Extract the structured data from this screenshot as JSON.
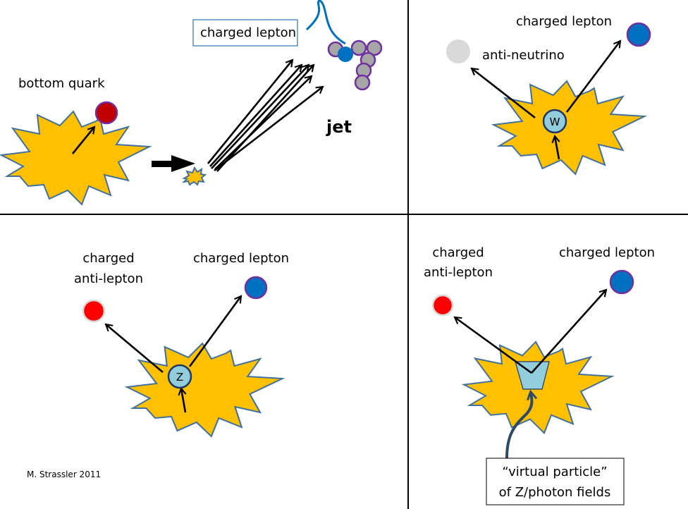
{
  "panels": {
    "b_decay": {
      "bottom_quark_label": "bottom quark",
      "jet_label": "jet",
      "callout_label": "charged lepton"
    },
    "w_decay": {
      "boson_label": "W",
      "charged_lepton_label": "charged lepton",
      "anti_neutrino_label": "anti-neutrino"
    },
    "z_decay": {
      "boson_label": "Z",
      "anti_lepton_label_line1": "charged",
      "anti_lepton_label_line2": "anti-lepton",
      "charged_lepton_label": "charged lepton"
    },
    "virtual_decay": {
      "anti_lepton_label_line1": "charged",
      "anti_lepton_label_line2": "anti-lepton",
      "charged_lepton_label": "charged lepton",
      "callout_line1": "“virtual particle”",
      "callout_line2": "of Z/photon fields"
    }
  },
  "credit": "M. Strassler 2011",
  "colors": {
    "burst_fill": "#ffc000",
    "burst_stroke": "#41719c",
    "bottom_quark": "#c00000",
    "charged_lepton": "#0070c0",
    "anti_lepton": "#ff0000",
    "anti_neutrino": "#d9d9d9",
    "jet_hadron": "#a6a6a6",
    "particle_outline": "#7030a0",
    "boson_fill": "#92cddc",
    "callout_blue": "#0070c0"
  }
}
